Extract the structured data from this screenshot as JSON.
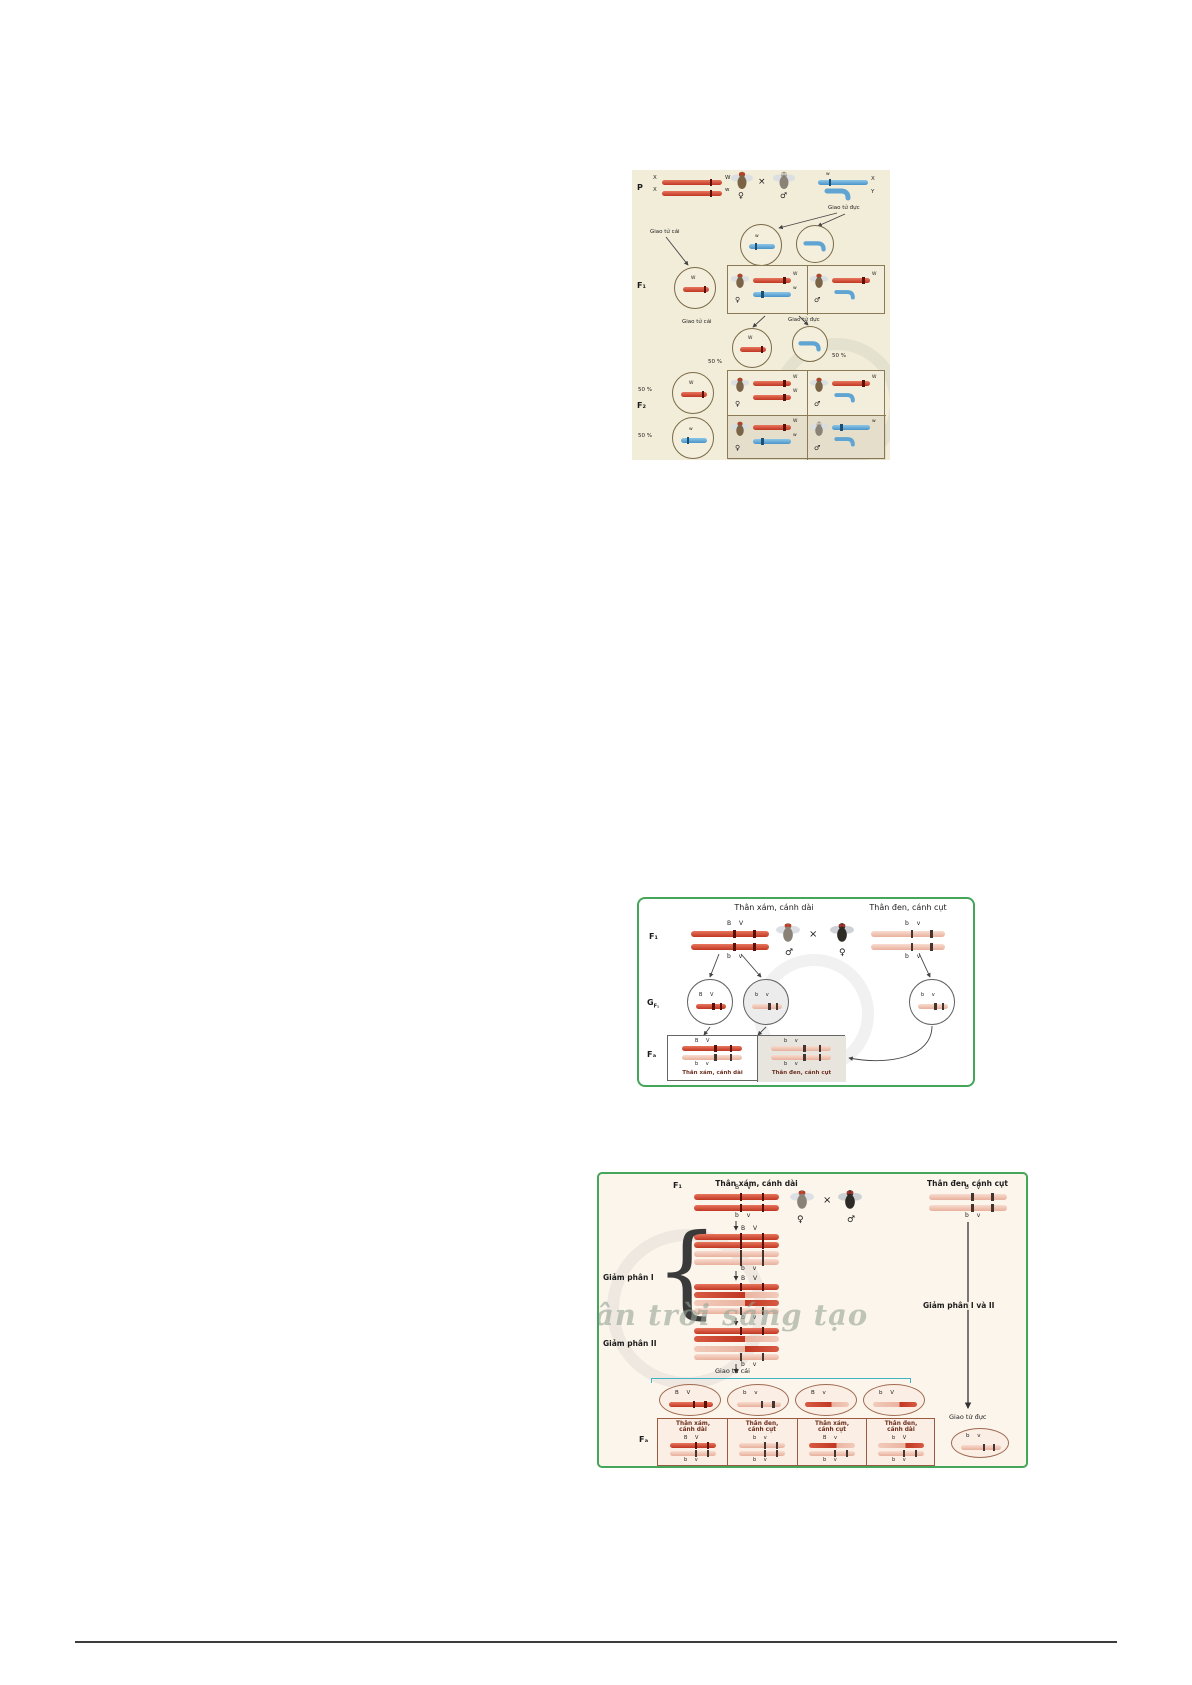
{
  "colors": {
    "chromosome_red": "#c03722",
    "chromosome_blue": "#4a94c8",
    "chromosome_pale": "#e8b09c",
    "figure_border_green": "#45a558",
    "panel_cream": "#f2edd9"
  },
  "symbols": {
    "female": "♀",
    "male": "♂",
    "cross": "×"
  },
  "alleles": {
    "X": "X",
    "Y": "Y",
    "W": "W",
    "w": "w",
    "BV": "B V",
    "bv": "b v",
    "Bv": "B v",
    "bV": "b V"
  },
  "fig1": {
    "p": "P",
    "f1": "F₁",
    "f2": "F₂",
    "giao_tu_cai": "Giao tử cái",
    "giao_tu_duc": "Giao tử đực",
    "pct": "50 %"
  },
  "fig2": {
    "f1": "F₁",
    "g": "G",
    "g_sub": "F₁",
    "fa": "Fₐ",
    "gray_long": "Thân xám, cánh dài",
    "black_short": "Thân đen, cánh cụt"
  },
  "fig3": {
    "f1": "F₁",
    "fa": "Fₐ",
    "gray_long": "Thân xám, cánh dài",
    "black_short": "Thân đen, cánh cụt",
    "gray_short": "Thân xám, cánh cụt",
    "black_long": "Thân đen, cánh dài",
    "mei1": "Giảm phân I",
    "mei2": "Giảm phân II",
    "mei12": "Giảm phân I và II",
    "giao_tu_cai": "Giao tử cái",
    "giao_tu_duc": "Giao tử đực",
    "brace": "{",
    "watermark": "ân trời sáng tạo"
  }
}
